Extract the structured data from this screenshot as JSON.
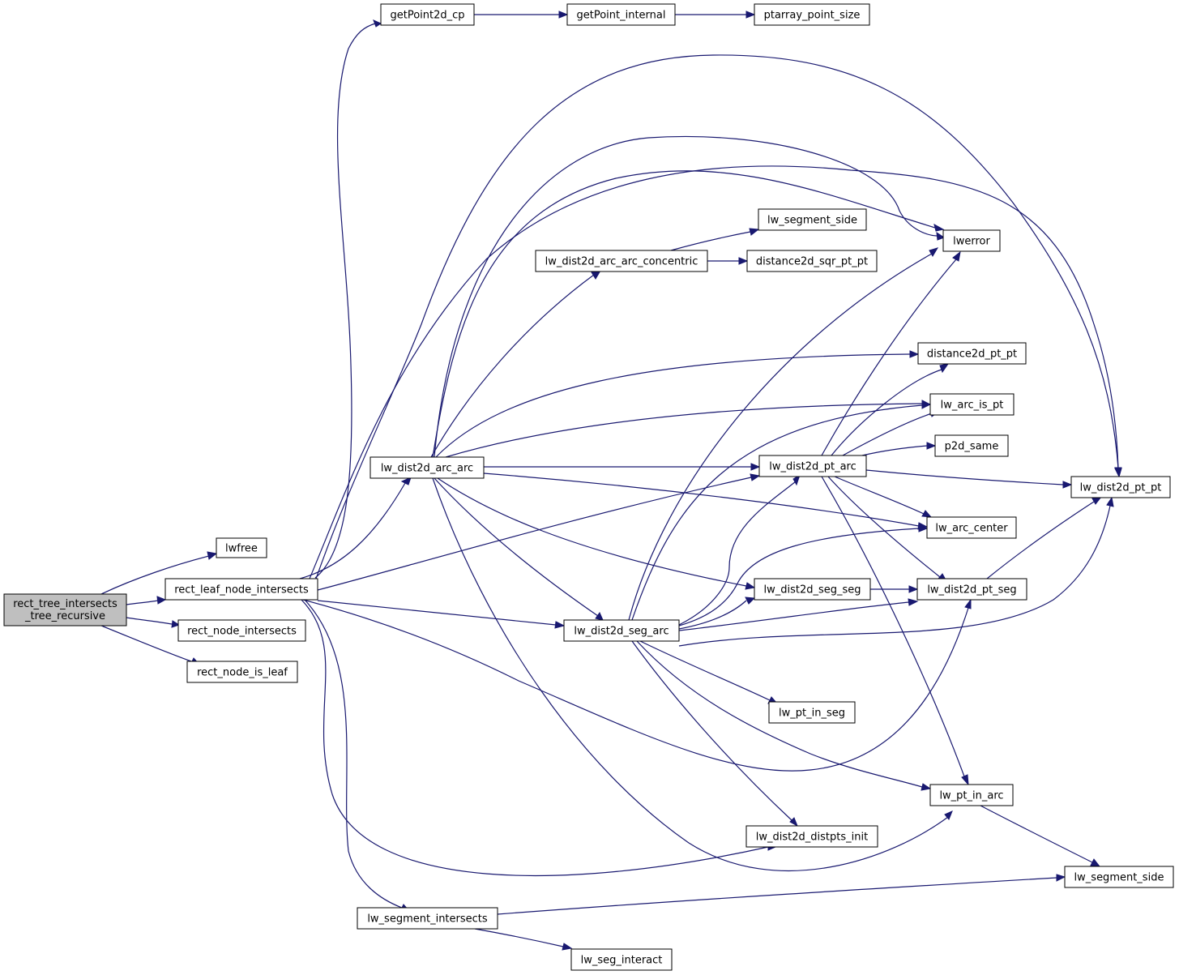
{
  "graph": {
    "root_label_line1": "rect_tree_intersects",
    "root_label_line2": "_tree_recursive",
    "nodes": [
      {
        "id": "lwfree",
        "label": "lwfree"
      },
      {
        "id": "rect_leaf_node_intersects",
        "label": "rect_leaf_node_intersects"
      },
      {
        "id": "rect_node_intersects",
        "label": "rect_node_intersects"
      },
      {
        "id": "rect_node_is_leaf",
        "label": "rect_node_is_leaf"
      },
      {
        "id": "getPoint2d_cp",
        "label": "getPoint2d_cp"
      },
      {
        "id": "getPoint_internal",
        "label": "getPoint_internal"
      },
      {
        "id": "ptarray_point_size",
        "label": "ptarray_point_size"
      },
      {
        "id": "lw_dist2d_arc_arc",
        "label": "lw_dist2d_arc_arc"
      },
      {
        "id": "lw_dist2d_arc_arc_concentric",
        "label": "lw_dist2d_arc_arc_concentric"
      },
      {
        "id": "lw_segment_side_top",
        "label": "lw_segment_side"
      },
      {
        "id": "distance2d_sqr_pt_pt",
        "label": "distance2d_sqr_pt_pt"
      },
      {
        "id": "lwerror",
        "label": "lwerror"
      },
      {
        "id": "distance2d_pt_pt",
        "label": "distance2d_pt_pt"
      },
      {
        "id": "lw_arc_is_pt",
        "label": "lw_arc_is_pt"
      },
      {
        "id": "p2d_same",
        "label": "p2d_same"
      },
      {
        "id": "lw_dist2d_pt_arc",
        "label": "lw_dist2d_pt_arc"
      },
      {
        "id": "lw_dist2d_pt_pt",
        "label": "lw_dist2d_pt_pt"
      },
      {
        "id": "lw_arc_center",
        "label": "lw_arc_center"
      },
      {
        "id": "lw_dist2d_seg_seg",
        "label": "lw_dist2d_seg_seg"
      },
      {
        "id": "lw_dist2d_pt_seg",
        "label": "lw_dist2d_pt_seg"
      },
      {
        "id": "lw_dist2d_seg_arc",
        "label": "lw_dist2d_seg_arc"
      },
      {
        "id": "lw_pt_in_seg",
        "label": "lw_pt_in_seg"
      },
      {
        "id": "lw_pt_in_arc",
        "label": "lw_pt_in_arc"
      },
      {
        "id": "lw_dist2d_distpts_init",
        "label": "lw_dist2d_distpts_init"
      },
      {
        "id": "lw_segment_side_bottom",
        "label": "lw_segment_side"
      },
      {
        "id": "lw_segment_intersects",
        "label": "lw_segment_intersects"
      },
      {
        "id": "lw_seg_interact",
        "label": "lw_seg_interact"
      }
    ],
    "colors": {
      "edge": "#191970",
      "root_fill": "#bfbfbf",
      "node_fill": "#ffffff",
      "border": "#000000"
    }
  }
}
